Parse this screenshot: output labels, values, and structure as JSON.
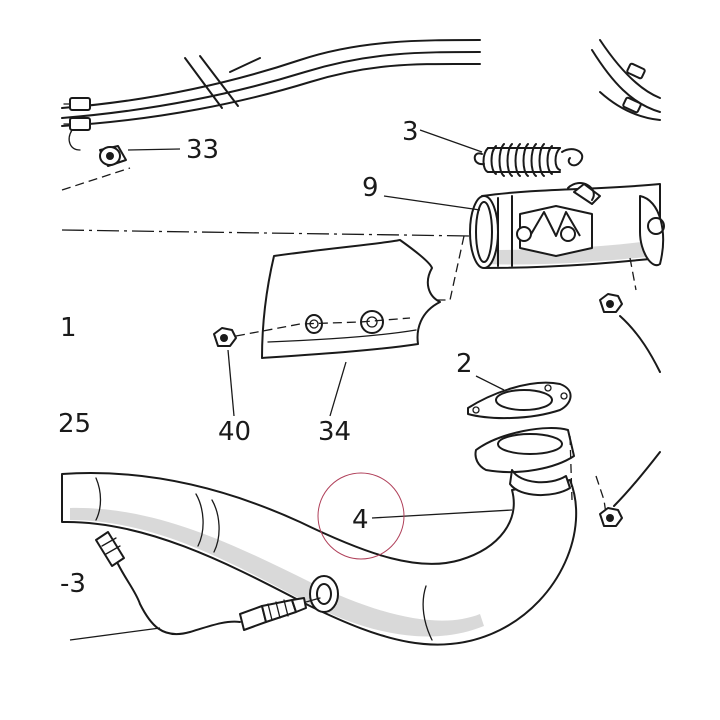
{
  "callouts": {
    "c1": "1",
    "c2": "2",
    "c3": "3",
    "c4": "4",
    "c9": "9",
    "c25": "25",
    "c33": "33",
    "c34": "34",
    "c40": "40",
    "cm3": "-3"
  },
  "colors": {
    "line": "#1a1a1a",
    "highlight_circle": "#b0405a",
    "shading": "#d9d9d9"
  }
}
